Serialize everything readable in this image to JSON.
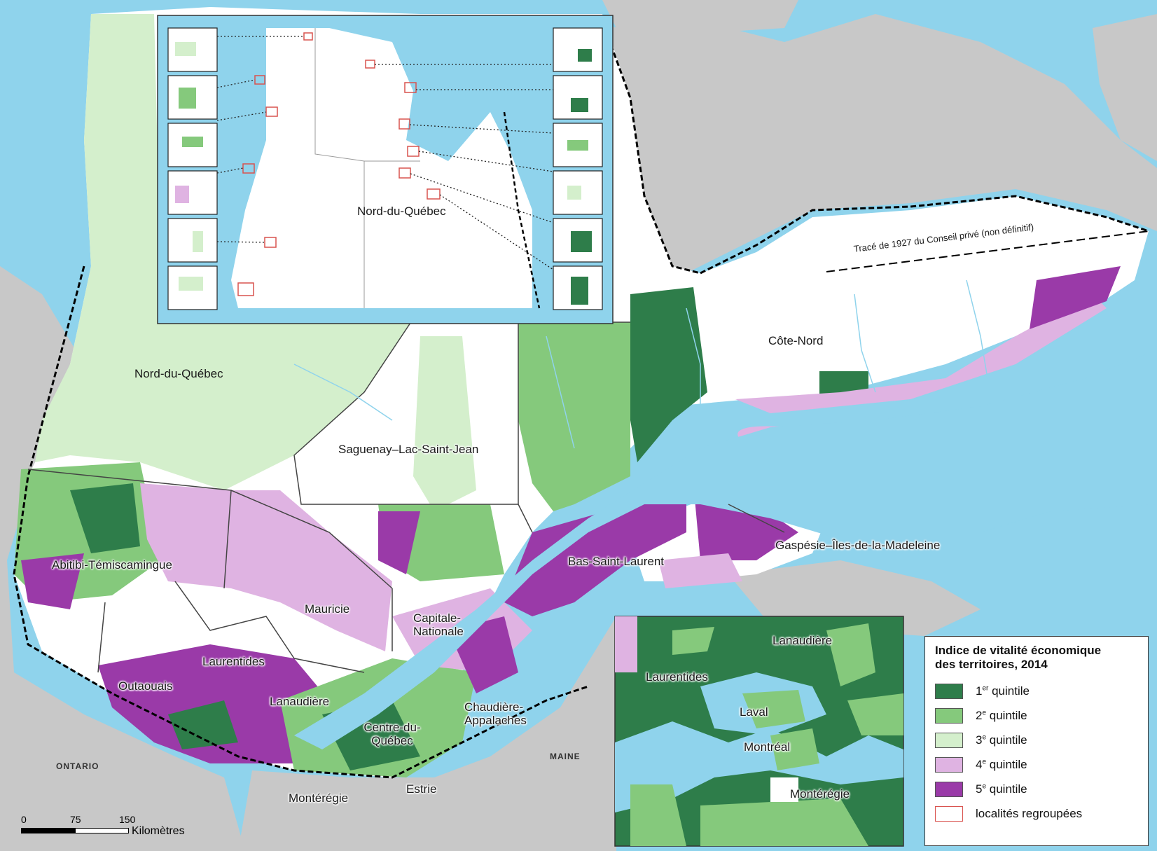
{
  "labels": {
    "nord_inset": "Nord-du-Québec",
    "nord_main": "Nord-du-Québec",
    "cote_nord": "Côte-Nord",
    "saguenay": "Saguenay–Lac-Saint-Jean",
    "abitibi": "Abitibi-Témiscamingue",
    "mauricie": "Mauricie",
    "capitale": "Capitale-Nationale",
    "bas_saint_laurent": "Bas-Saint-Laurent",
    "gaspesie": "Gaspésie–Îles-de-la-Madeleine",
    "laurentides": "Laurentides",
    "outaouais": "Outaouais",
    "lanaudiere": "Lanaudière",
    "chaudiere": "Chaudière-Appalaches",
    "centre_du_quebec": "Centre-du-Québec",
    "monteregie": "Montérégie",
    "estrie": "Estrie",
    "ontario": "ONTARIO",
    "maine": "MAINE",
    "trace_1927": "Tracé de 1927 du Conseil privé (non définitif)"
  },
  "zoom_inset": {
    "lanaudiere": "Lanaudière",
    "laurentides": "Laurentides",
    "laval": "Laval",
    "montreal": "Montréal",
    "monteregie": "Montérégie"
  },
  "legend": {
    "title_line1": "Indice de vitalité économique",
    "title_line2": "des territoires, 2014",
    "items": [
      {
        "num": "1",
        "sup": "er",
        "text": " quintile",
        "color": "#2e7d4a"
      },
      {
        "num": "2",
        "sup": "e",
        "text": " quintile",
        "color": "#85c97c"
      },
      {
        "num": "3",
        "sup": "e",
        "text": " quintile",
        "color": "#d4efcc"
      },
      {
        "num": "4",
        "sup": "e",
        "text": " quintile",
        "color": "#dfb3e2"
      },
      {
        "num": "5",
        "sup": "e",
        "text": " quintile",
        "color": "#9a3aa8"
      },
      {
        "text": "localités regroupées",
        "outline": "#d9534f"
      }
    ]
  },
  "scale": {
    "ticks": [
      "0",
      "75",
      "150"
    ],
    "unit": "Kilomètres"
  },
  "colors": {
    "water": "#8fd3ec",
    "land_outside": "#c8c8c8",
    "land_white": "#ffffff"
  }
}
